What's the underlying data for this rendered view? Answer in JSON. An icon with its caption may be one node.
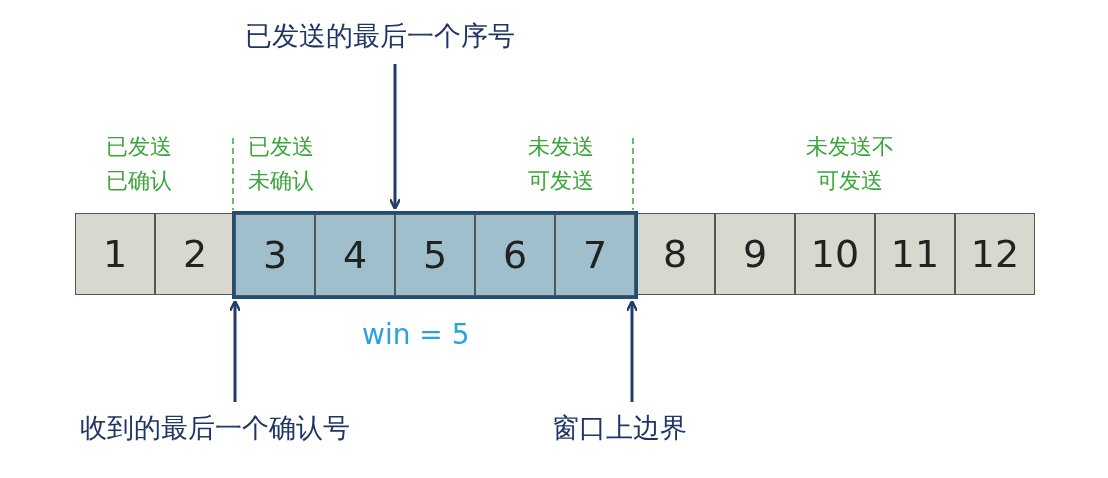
{
  "diagram": {
    "nodes": [
      {
        "text": [
          "1"
        ]
      },
      {
        "text": [
          "2"
        ]
      },
      {
        "text": [],
        "shape": "box"
      },
      {
        "text": [
          "3"
        ],
        "in": 2
      },
      {
        "text": [
          "4"
        ],
        "in": 2
      },
      {
        "text": [
          "5"
        ],
        "in": 2
      },
      {
        "text": [
          "6"
        ],
        "in": 2
      },
      {
        "text": [
          "7"
        ],
        "in": 2
      },
      {
        "text": [
          "8"
        ]
      },
      {
        "text": [
          "9"
        ]
      },
      {
        "text": [
          "10"
        ]
      },
      {
        "text": [
          "11"
        ]
      },
      {
        "text": [
          "12"
        ]
      },
      {
        "text": [
          "已发送的最后一个序号"
        ]
      },
      {
        "text": [
          "收到的最后一个确认号"
        ]
      },
      {
        "text": [
          "窗口上边界"
        ]
      }
    ],
    "edges": [
      {
        "from": 13,
        "to": 2,
        "arrow": "to"
      },
      {
        "from": 14,
        "to": 2,
        "arrow": "to"
      },
      {
        "from": 15,
        "to": 2,
        "arrow": "to"
      }
    ],
    "labels": [
      "已发送已确认",
      "已发送未确认",
      "未发送可发送",
      "未发送不可发送",
      "win = 5"
    ]
  }
}
